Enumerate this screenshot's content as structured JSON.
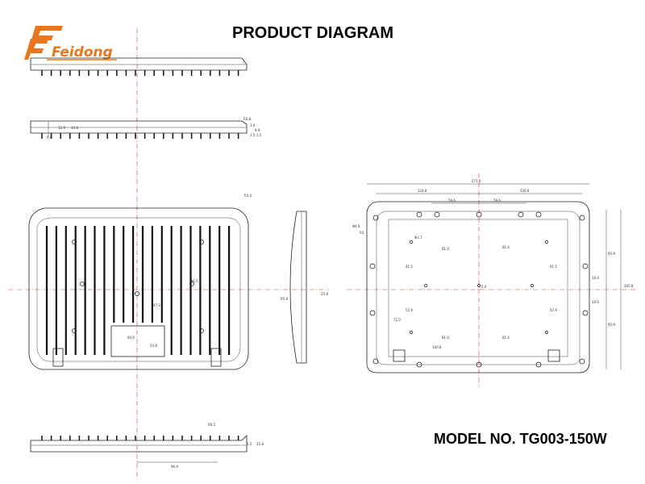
{
  "header": {
    "title": "PRODUCT DIAGRAM"
  },
  "logo": {
    "text": "Feidong",
    "color": "#E8761E",
    "icon": "feidong-logo"
  },
  "footer": {
    "model": "MODEL NO. TG003-150W"
  },
  "colors": {
    "centerline": "#d33333",
    "line": "#222222",
    "accent": "#E8761E"
  },
  "dimensions": {
    "total_width": "271.0",
    "half_width_l": "126.8",
    "half_width_r": "126.8",
    "inner_l": "59.6",
    "inner_r": "59.6",
    "hole_spacing_top": "81.0",
    "hole_spacing_bottom": "81.0",
    "bottom_span": "100.8",
    "total_height": "205.8",
    "right_h1": "92.9",
    "right_h2": "92.9",
    "mid_v1": "41.5",
    "mid_v2": "41.5",
    "lower_v1": "52.9",
    "lower_v2": "52.9",
    "lower_v3": "72.0",
    "side_small1": "10.0",
    "side_small2": "10.0",
    "hole_dia": "Φ3.7",
    "corner_hole": "Φ4.8",
    "corner_r": "R3",
    "center_mark": "5.0",
    "front_radius": "R3.0",
    "front_dia": "Φ6.5",
    "front_label_w": "60.6",
    "front_label_h": "23.8",
    "front_v": "47.2",
    "side_r": "R5.6",
    "side_h": "15.8",
    "bottom_len": "96.9",
    "bottom_h1": "5.5",
    "bottom_h2": "25.8",
    "bottom_r": "R0.5",
    "top_h1": "6.9",
    "top_h2": "12.9",
    "top_h3": "10.8",
    "top_r": "R2.8",
    "top_v1": "3.9",
    "top_v2": "9.9",
    "top_v3": "1.5",
    "top_v4": "1.5"
  }
}
